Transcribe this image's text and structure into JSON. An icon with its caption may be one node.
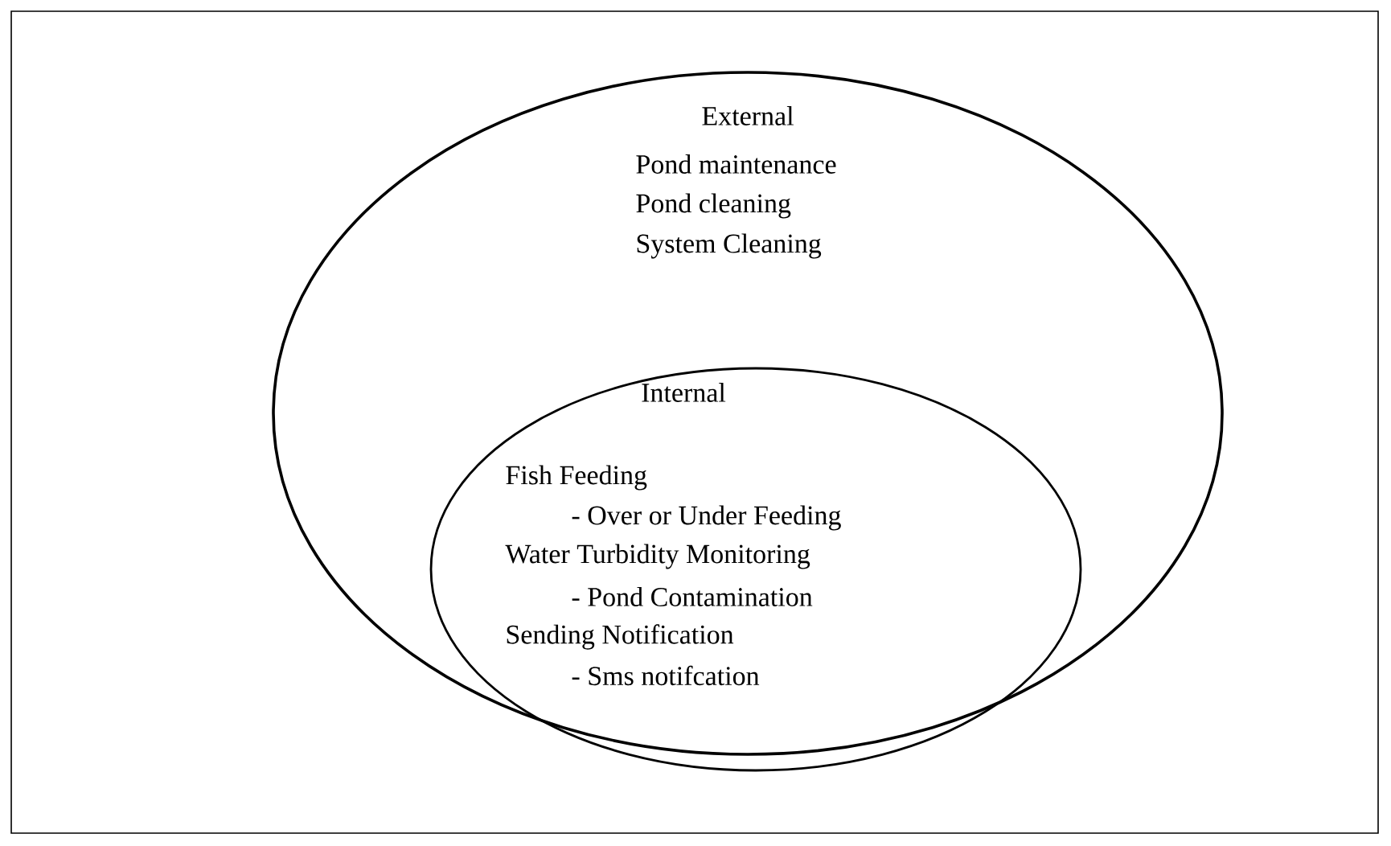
{
  "diagram": {
    "nodes": [
      {
        "text": [
          "External",
          "Pond maintenance",
          "Pond cleaning",
          "System Cleaning"
        ]
      },
      {
        "text": [
          "Internal",
          "Fish Feeding",
          "- Over or Under Feeding",
          "Water Turbidity Monitoring",
          "- Pond Contamination",
          "Sending Notification",
          "- Sms notifcation"
        ],
        "in": 0
      }
    ]
  }
}
